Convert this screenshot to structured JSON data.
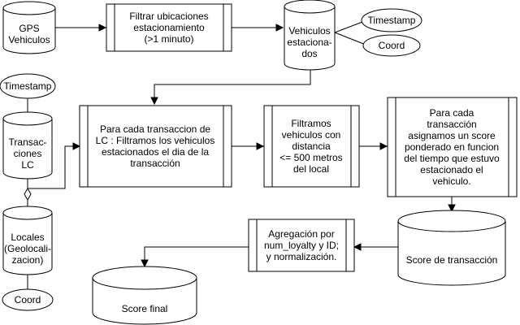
{
  "nodes": {
    "gps": [
      "GPS",
      "Vehiculos"
    ],
    "filtrar": [
      "Filtrar ubicaciones",
      "estacionamiento",
      "(>1 minuto)"
    ],
    "vehiculos_est": [
      "Vehiculos",
      "estaciona-",
      "dos"
    ],
    "timestamp_top": [
      "Timestamp"
    ],
    "coord_top": [
      "Coord"
    ],
    "timestamp_left": [
      "Timestamp"
    ],
    "transacciones": [
      "Transac-",
      "ciones",
      "LC"
    ],
    "para_cada_tx": [
      "Para cada transaccion de",
      "LC : Filtramos los vehiculos",
      "estacionados el dia de la",
      "transacción"
    ],
    "filtramos_dist": [
      "Filtramos",
      "vehiculos con",
      "distancia",
      "<= 500 metros",
      "del local"
    ],
    "score_asign": [
      "Para cada",
      "transacción",
      "asignamos un score",
      "ponderado en funcion",
      "del tiempo que estuvo",
      "estacionado el",
      "vehiculo."
    ],
    "locales": [
      "Locales",
      "(Geolocali-",
      "zacion)"
    ],
    "coord_bottom": [
      "Coord"
    ],
    "score_tx": [
      "Score de transacción"
    ],
    "agregacion": [
      "Agregación por",
      "num_loyalty y ID;",
      "y normalización."
    ],
    "score_final": [
      "Score final"
    ]
  }
}
